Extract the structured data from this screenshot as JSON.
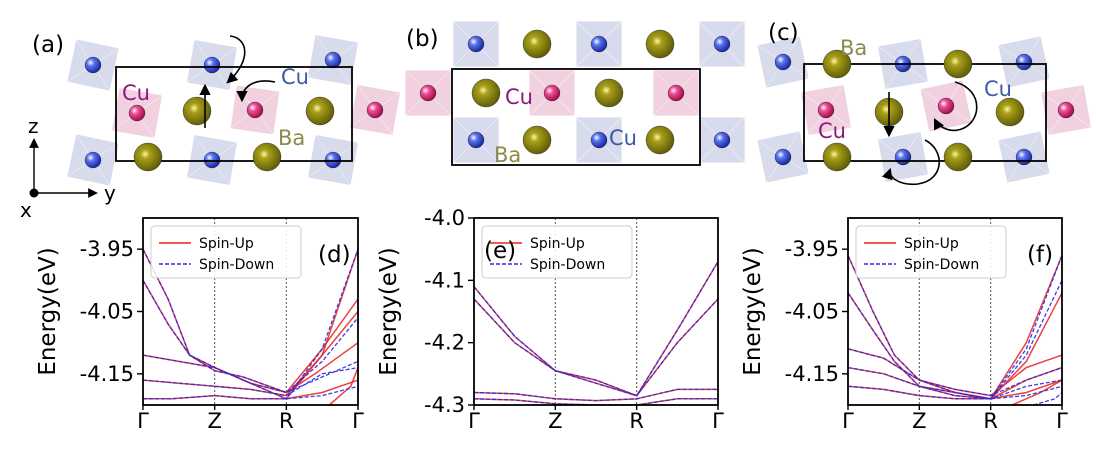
{
  "structures": [
    {
      "label": "(a)",
      "atom_labels": [
        {
          "text": "Cu",
          "color": "#8b1a7a"
        },
        {
          "text": "Cu",
          "color": "#3a5aa8"
        },
        {
          "text": "Ba",
          "color": "#8a8a4a"
        }
      ],
      "has_coordinate_axes": true
    },
    {
      "label": "(b)",
      "atom_labels": [
        {
          "text": "Cu",
          "color": "#8b1a7a"
        },
        {
          "text": "Cu",
          "color": "#3a5aa8"
        },
        {
          "text": "Ba",
          "color": "#8a8a4a"
        }
      ]
    },
    {
      "label": "(c)",
      "atom_labels": [
        {
          "text": "Ba",
          "color": "#8a8a4a"
        },
        {
          "text": "Cu",
          "color": "#3a5aa8"
        },
        {
          "text": "Cu",
          "color": "#8b1a7a"
        }
      ]
    }
  ],
  "coordinate_axes": {
    "vertical": "z",
    "horizontal": "y",
    "out_of_plane": "x"
  },
  "colors": {
    "cu_blue_atom": "#2f45d0",
    "cu_pink_atom": "#d81b72",
    "ba_atom": "#8a8410",
    "octahedron_blue": "#c9cfe6",
    "octahedron_pink": "#ecc1d4",
    "spin_up": "#e8201e",
    "spin_down": "#2a2ae0",
    "band_overlap": "#7a2bd6"
  },
  "chart_data": [
    {
      "label": "(d)",
      "type": "line",
      "ylabel": "Energy(eV)",
      "x_ticks": [
        "Γ",
        "Z",
        "R",
        "Γ"
      ],
      "y_ticks": [
        "-3.95",
        "-4.05",
        "-4.15"
      ],
      "ylim": [
        -4.2,
        -3.9
      ],
      "legend": [
        "Spin-Up",
        "Spin-Down"
      ],
      "legend_position": "top-left",
      "series": [
        {
          "name": "Spin-Up",
          "bands": [
            [
              [
                0,
                -3.95
              ],
              [
                0.35,
                -4.03
              ],
              [
                0.65,
                -4.12
              ],
              [
                1,
                -4.145
              ],
              [
                1.4,
                -4.155
              ],
              [
                2,
                -4.18
              ],
              [
                2.5,
                -4.11
              ],
              [
                3,
                -4.03
              ]
            ],
            [
              [
                0,
                -4.0
              ],
              [
                0.35,
                -4.07
              ],
              [
                0.65,
                -4.12
              ],
              [
                1,
                -4.14
              ],
              [
                1.5,
                -4.165
              ],
              [
                2,
                -4.19
              ],
              [
                2.5,
                -4.12
              ],
              [
                3,
                -3.95
              ]
            ],
            [
              [
                0,
                -4.12
              ],
              [
                0.5,
                -4.13
              ],
              [
                1,
                -4.14
              ],
              [
                1.5,
                -4.165
              ],
              [
                2,
                -4.18
              ],
              [
                2.4,
                -4.15
              ],
              [
                3,
                -4.1
              ]
            ],
            [
              [
                0,
                -4.16
              ],
              [
                0.5,
                -4.165
              ],
              [
                1,
                -4.17
              ],
              [
                1.5,
                -4.175
              ],
              [
                2,
                -4.185
              ],
              [
                2.5,
                -4.12
              ],
              [
                3,
                -4.05
              ]
            ],
            [
              [
                0,
                -4.19
              ],
              [
                0.4,
                -4.19
              ],
              [
                1,
                -4.185
              ],
              [
                1.5,
                -4.19
              ],
              [
                2,
                -4.19
              ],
              [
                2.5,
                -4.18
              ],
              [
                3,
                -4.16
              ]
            ],
            [
              [
                2.6,
                -4.2
              ],
              [
                2.9,
                -4.17
              ],
              [
                3,
                -4.14
              ]
            ]
          ]
        },
        {
          "name": "Spin-Down",
          "bands": [
            [
              [
                0,
                -3.95
              ],
              [
                0.35,
                -4.03
              ],
              [
                0.65,
                -4.12
              ],
              [
                1,
                -4.145
              ],
              [
                1.4,
                -4.155
              ],
              [
                2,
                -4.18
              ],
              [
                2.5,
                -4.13
              ],
              [
                3,
                -4.06
              ]
            ],
            [
              [
                0,
                -4.0
              ],
              [
                0.35,
                -4.07
              ],
              [
                0.65,
                -4.12
              ],
              [
                1,
                -4.14
              ],
              [
                1.5,
                -4.165
              ],
              [
                2,
                -4.19
              ],
              [
                2.5,
                -4.11
              ],
              [
                3,
                -3.95
              ]
            ],
            [
              [
                0,
                -4.12
              ],
              [
                0.5,
                -4.13
              ],
              [
                1,
                -4.14
              ],
              [
                1.5,
                -4.165
              ],
              [
                2,
                -4.18
              ],
              [
                2.4,
                -4.16
              ],
              [
                3,
                -4.13
              ]
            ],
            [
              [
                0,
                -4.16
              ],
              [
                0.5,
                -4.165
              ],
              [
                1,
                -4.17
              ],
              [
                1.5,
                -4.175
              ],
              [
                2,
                -4.185
              ],
              [
                2.5,
                -4.15
              ],
              [
                3,
                -4.14
              ]
            ],
            [
              [
                0,
                -4.19
              ],
              [
                0.4,
                -4.19
              ],
              [
                1,
                -4.185
              ],
              [
                1.5,
                -4.19
              ],
              [
                2,
                -4.19
              ],
              [
                2.5,
                -4.185
              ],
              [
                3,
                -4.17
              ]
            ]
          ]
        }
      ]
    },
    {
      "label": "(e)",
      "type": "line",
      "ylabel": "Energy(eV)",
      "x_ticks": [
        "Γ",
        "Z",
        "R",
        "Γ"
      ],
      "y_ticks": [
        "-4.0",
        "-4.1",
        "-4.2",
        "-4.3"
      ],
      "ylim": [
        -4.3,
        -4.0
      ],
      "legend": [
        "Spin-Up",
        "Spin-Down"
      ],
      "legend_position": "top-left",
      "series": [
        {
          "name": "Spin-Up",
          "bands": [
            [
              [
                0,
                -4.11
              ],
              [
                0.5,
                -4.19
              ],
              [
                1,
                -4.245
              ],
              [
                1.5,
                -4.26
              ],
              [
                2,
                -4.285
              ],
              [
                2.5,
                -4.18
              ],
              [
                3,
                -4.07
              ]
            ],
            [
              [
                0,
                -4.13
              ],
              [
                0.5,
                -4.2
              ],
              [
                1,
                -4.245
              ],
              [
                1.5,
                -4.265
              ],
              [
                2,
                -4.285
              ],
              [
                2.5,
                -4.2
              ],
              [
                3,
                -4.13
              ]
            ],
            [
              [
                0,
                -4.28
              ],
              [
                0.5,
                -4.282
              ],
              [
                1,
                -4.29
              ],
              [
                1.5,
                -4.293
              ],
              [
                2,
                -4.29
              ],
              [
                2.5,
                -4.275
              ],
              [
                3,
                -4.275
              ]
            ],
            [
              [
                0,
                -4.29
              ],
              [
                0.5,
                -4.292
              ],
              [
                1,
                -4.298
              ],
              [
                1.5,
                -4.3
              ],
              [
                2,
                -4.3
              ],
              [
                2.5,
                -4.29
              ],
              [
                3,
                -4.29
              ]
            ]
          ]
        },
        {
          "name": "Spin-Down",
          "bands": [
            [
              [
                0,
                -4.11
              ],
              [
                0.5,
                -4.19
              ],
              [
                1,
                -4.245
              ],
              [
                1.5,
                -4.26
              ],
              [
                2,
                -4.285
              ],
              [
                2.5,
                -4.18
              ],
              [
                3,
                -4.07
              ]
            ],
            [
              [
                0,
                -4.13
              ],
              [
                0.5,
                -4.2
              ],
              [
                1,
                -4.245
              ],
              [
                1.5,
                -4.265
              ],
              [
                2,
                -4.285
              ],
              [
                2.5,
                -4.2
              ],
              [
                3,
                -4.13
              ]
            ],
            [
              [
                0,
                -4.28
              ],
              [
                0.5,
                -4.282
              ],
              [
                1,
                -4.29
              ],
              [
                1.5,
                -4.293
              ],
              [
                2,
                -4.29
              ],
              [
                2.5,
                -4.275
              ],
              [
                3,
                -4.275
              ]
            ],
            [
              [
                0,
                -4.29
              ],
              [
                0.5,
                -4.292
              ],
              [
                1,
                -4.298
              ],
              [
                1.5,
                -4.3
              ],
              [
                2,
                -4.3
              ],
              [
                2.5,
                -4.29
              ],
              [
                3,
                -4.29
              ]
            ]
          ]
        }
      ]
    },
    {
      "label": "(f)",
      "type": "line",
      "ylabel": "Energy(eV)",
      "x_ticks": [
        "Γ",
        "Z",
        "R",
        "Γ"
      ],
      "y_ticks": [
        "-3.95",
        "-4.05",
        "-4.15"
      ],
      "ylim": [
        -4.2,
        -3.9
      ],
      "legend": [
        "Spin-Up",
        "Spin-Down"
      ],
      "legend_position": "top-left",
      "series": [
        {
          "name": "Spin-Up",
          "bands": [
            [
              [
                0,
                -3.96
              ],
              [
                0.35,
                -4.05
              ],
              [
                0.65,
                -4.12
              ],
              [
                1,
                -4.16
              ],
              [
                1.5,
                -4.18
              ],
              [
                2,
                -4.19
              ],
              [
                2.5,
                -4.1
              ],
              [
                3,
                -3.96
              ]
            ],
            [
              [
                0,
                -4.02
              ],
              [
                0.35,
                -4.08
              ],
              [
                0.65,
                -4.13
              ],
              [
                1,
                -4.17
              ],
              [
                1.5,
                -4.185
              ],
              [
                2,
                -4.19
              ],
              [
                2.5,
                -4.13
              ],
              [
                3,
                -4.02
              ]
            ],
            [
              [
                0,
                -4.11
              ],
              [
                0.5,
                -4.125
              ],
              [
                1,
                -4.16
              ],
              [
                1.5,
                -4.175
              ],
              [
                2,
                -4.185
              ],
              [
                2.5,
                -4.14
              ],
              [
                3,
                -4.12
              ]
            ],
            [
              [
                0,
                -4.14
              ],
              [
                0.5,
                -4.15
              ],
              [
                1,
                -4.17
              ],
              [
                1.5,
                -4.18
              ],
              [
                2,
                -4.19
              ],
              [
                2.5,
                -4.16
              ],
              [
                3,
                -4.14
              ]
            ],
            [
              [
                0,
                -4.17
              ],
              [
                0.5,
                -4.175
              ],
              [
                1,
                -4.185
              ],
              [
                1.5,
                -4.19
              ],
              [
                2,
                -4.19
              ],
              [
                2.5,
                -4.18
              ],
              [
                3,
                -4.16
              ]
            ],
            [
              [
                2.3,
                -4.2
              ],
              [
                2.7,
                -4.18
              ],
              [
                3,
                -4.16
              ]
            ]
          ]
        },
        {
          "name": "Spin-Down",
          "bands": [
            [
              [
                0,
                -3.96
              ],
              [
                0.35,
                -4.05
              ],
              [
                0.65,
                -4.12
              ],
              [
                1,
                -4.16
              ],
              [
                1.5,
                -4.18
              ],
              [
                2,
                -4.19
              ],
              [
                2.5,
                -4.12
              ],
              [
                3,
                -4.0
              ]
            ],
            [
              [
                0,
                -4.02
              ],
              [
                0.35,
                -4.08
              ],
              [
                0.65,
                -4.13
              ],
              [
                1,
                -4.17
              ],
              [
                1.5,
                -4.185
              ],
              [
                2,
                -4.19
              ],
              [
                2.5,
                -4.11
              ],
              [
                3,
                -3.96
              ]
            ],
            [
              [
                0,
                -4.11
              ],
              [
                0.5,
                -4.125
              ],
              [
                1,
                -4.16
              ],
              [
                1.5,
                -4.175
              ],
              [
                2,
                -4.185
              ],
              [
                2.5,
                -4.16
              ],
              [
                3,
                -4.14
              ]
            ],
            [
              [
                0,
                -4.14
              ],
              [
                0.5,
                -4.15
              ],
              [
                1,
                -4.17
              ],
              [
                1.5,
                -4.18
              ],
              [
                2,
                -4.19
              ],
              [
                2.5,
                -4.17
              ],
              [
                3,
                -4.16
              ]
            ],
            [
              [
                0,
                -4.17
              ],
              [
                0.5,
                -4.175
              ],
              [
                1,
                -4.185
              ],
              [
                1.5,
                -4.19
              ],
              [
                2,
                -4.19
              ],
              [
                2.5,
                -4.185
              ],
              [
                3,
                -4.17
              ]
            ],
            [
              [
                2.6,
                -4.2
              ],
              [
                2.9,
                -4.19
              ],
              [
                3,
                -4.18
              ]
            ]
          ]
        }
      ]
    }
  ]
}
